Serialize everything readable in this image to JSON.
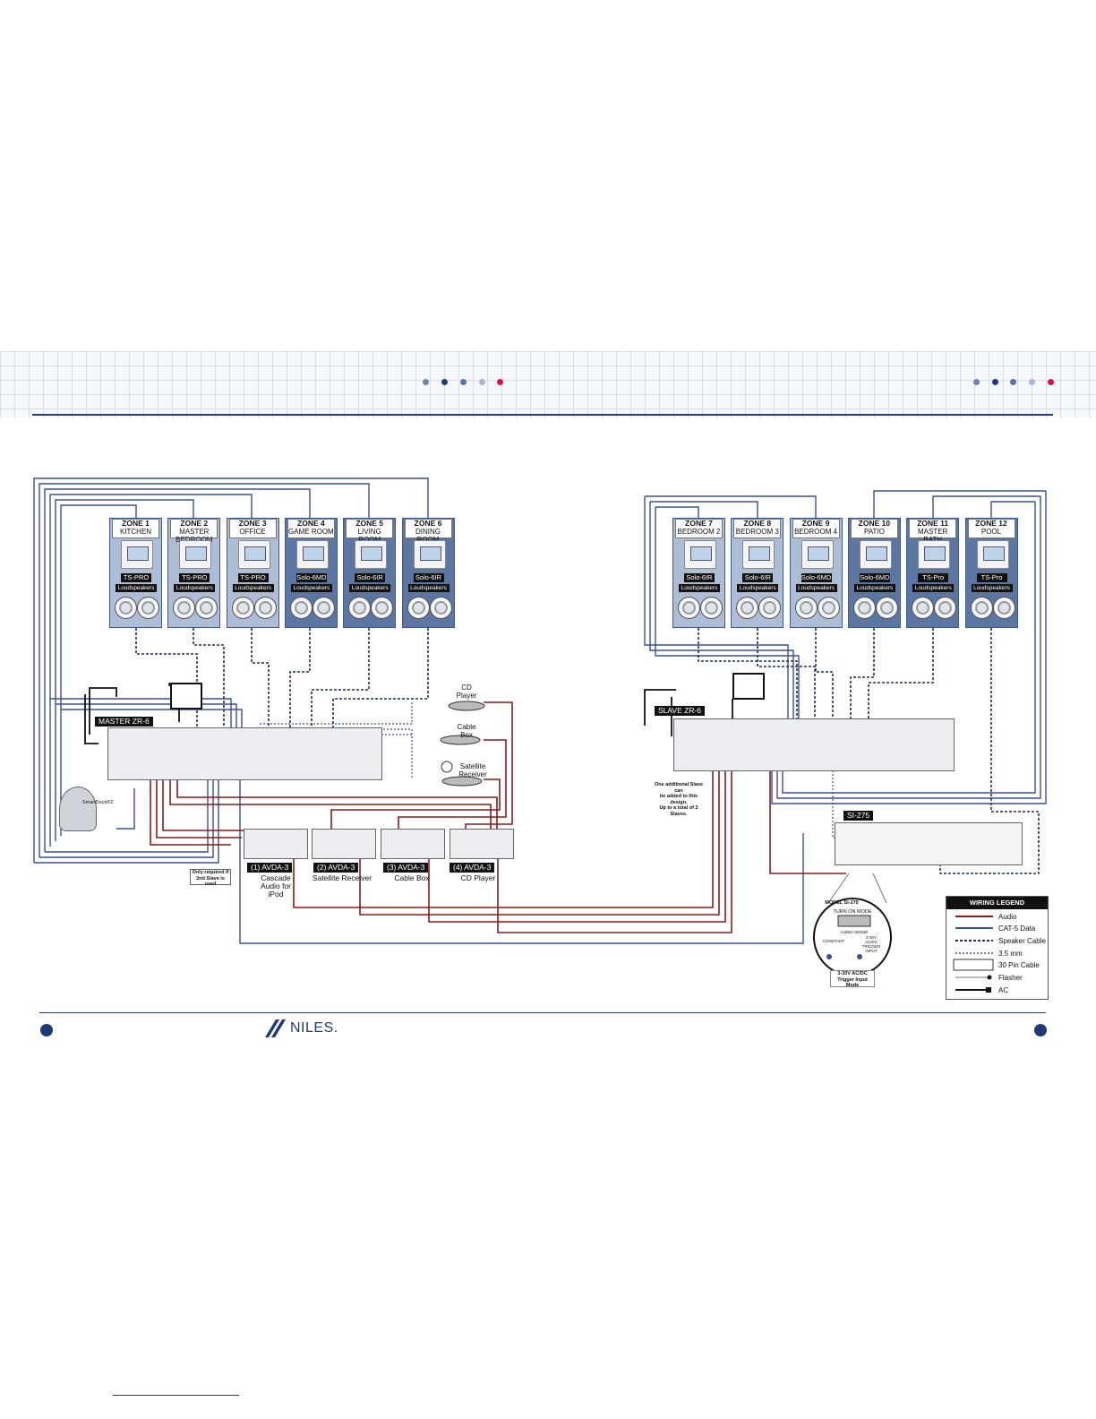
{
  "brand": {
    "name": "NILES."
  },
  "colors": {
    "audio": "#8b1a1a",
    "cat5": "#3a4f9a",
    "speaker": "#1f2f5a",
    "accent": "#d4143c",
    "dark_blue": "#1f3a7a"
  },
  "zones_master": [
    {
      "zone": "ZONE 1",
      "room": "KITCHEN",
      "model": "TS-PRO",
      "speakers": "Loudspeakers",
      "style": "light"
    },
    {
      "zone": "ZONE 2",
      "room": "MASTER BEDROOM",
      "model": "TS-PRO",
      "speakers": "Loudspeakers",
      "style": "light"
    },
    {
      "zone": "ZONE 3",
      "room": "OFFICE",
      "model": "TS-PRO",
      "speakers": "Loudspeakers",
      "style": "light"
    },
    {
      "zone": "ZONE 4",
      "room": "GAME ROOM",
      "model": "Solo-6MD",
      "speakers": "Loudspeakers",
      "style": "dark"
    },
    {
      "zone": "ZONE 5",
      "room": "LIVING ROOM",
      "model": "Solo-6IR",
      "speakers": "Loudspeakers",
      "style": "dark"
    },
    {
      "zone": "ZONE 6",
      "room": "DINING ROOM",
      "model": "Solo-6IR",
      "speakers": "Loudspeakers",
      "style": "dark"
    }
  ],
  "zones_slave": [
    {
      "zone": "ZONE 7",
      "room": "BEDROOM 2",
      "model": "Solo-6IR",
      "speakers": "Loudspeakers",
      "style": "light"
    },
    {
      "zone": "ZONE 8",
      "room": "BEDROOM 3",
      "model": "Solo-6IR",
      "speakers": "Loudspeakers",
      "style": "light"
    },
    {
      "zone": "ZONE 9",
      "room": "BEDROOM 4",
      "model": "Solo-6MD",
      "speakers": "Loudspeakers",
      "style": "light"
    },
    {
      "zone": "ZONE 10",
      "room": "PATIO",
      "model": "Solo-6MD",
      "speakers": "Loudspeakers",
      "style": "dark"
    },
    {
      "zone": "ZONE 11",
      "room": "MASTER BATH",
      "model": "TS-Pro",
      "speakers": "Loudspeakers",
      "style": "dark"
    },
    {
      "zone": "ZONE 12",
      "room": "POOL",
      "model": "TS-Pro",
      "speakers": "Loudspeakers",
      "style": "dark"
    }
  ],
  "master_unit": {
    "label": "MASTER ZR-6"
  },
  "slave_unit": {
    "label": "SLAVE ZR-6"
  },
  "amp_unit": {
    "label": "SI-275"
  },
  "sources": [
    {
      "line1": "CD",
      "line2": "Player"
    },
    {
      "line1": "Cable",
      "line2": "Box"
    },
    {
      "line1": "Satellite",
      "line2": "Receiver"
    }
  ],
  "dock": {
    "label": "SmartDock®2"
  },
  "avda": [
    {
      "label": "(1) AVDA-3",
      "sub": [
        "Cascade",
        "Audio for",
        "iPod"
      ]
    },
    {
      "label": "(2) AVDA-3",
      "sub": [
        "Satellite Receiver"
      ]
    },
    {
      "label": "(3) AVDA-3",
      "sub": [
        "Cable Box"
      ]
    },
    {
      "label": "(4) AVDA-3",
      "sub": [
        "CD Player"
      ]
    }
  ],
  "notes": {
    "only_required": [
      "Only required if",
      "2nd Slave is used"
    ],
    "additional_slave": [
      "One additional Slave can",
      "be added to this design.",
      "Up to a total of 2 Slaves."
    ]
  },
  "si275_detail": {
    "model": "MODEL SI-275",
    "mode_title": "TURN ON MODE",
    "audio_sense": "AUDIO SENSE",
    "constant": "CONSTANT",
    "trigger_input": [
      "3-30V",
      "AC/DC",
      "TRIGGER",
      "INPUT"
    ],
    "caption": [
      "3-30V AC/DC",
      "Trigger Input Mode"
    ]
  },
  "legend": {
    "title": "WIRING LEGEND",
    "items": [
      {
        "label": "Audio",
        "type": "audio"
      },
      {
        "label": "CAT-5 Data",
        "type": "cat5"
      },
      {
        "label": "Speaker Cable",
        "type": "speaker"
      },
      {
        "label": "3.5 mm",
        "type": "mm35"
      },
      {
        "label": "30 Pin Cable",
        "type": "pin30"
      },
      {
        "label": "Flasher",
        "type": "flasher"
      },
      {
        "label": "AC",
        "type": "ac"
      }
    ]
  }
}
